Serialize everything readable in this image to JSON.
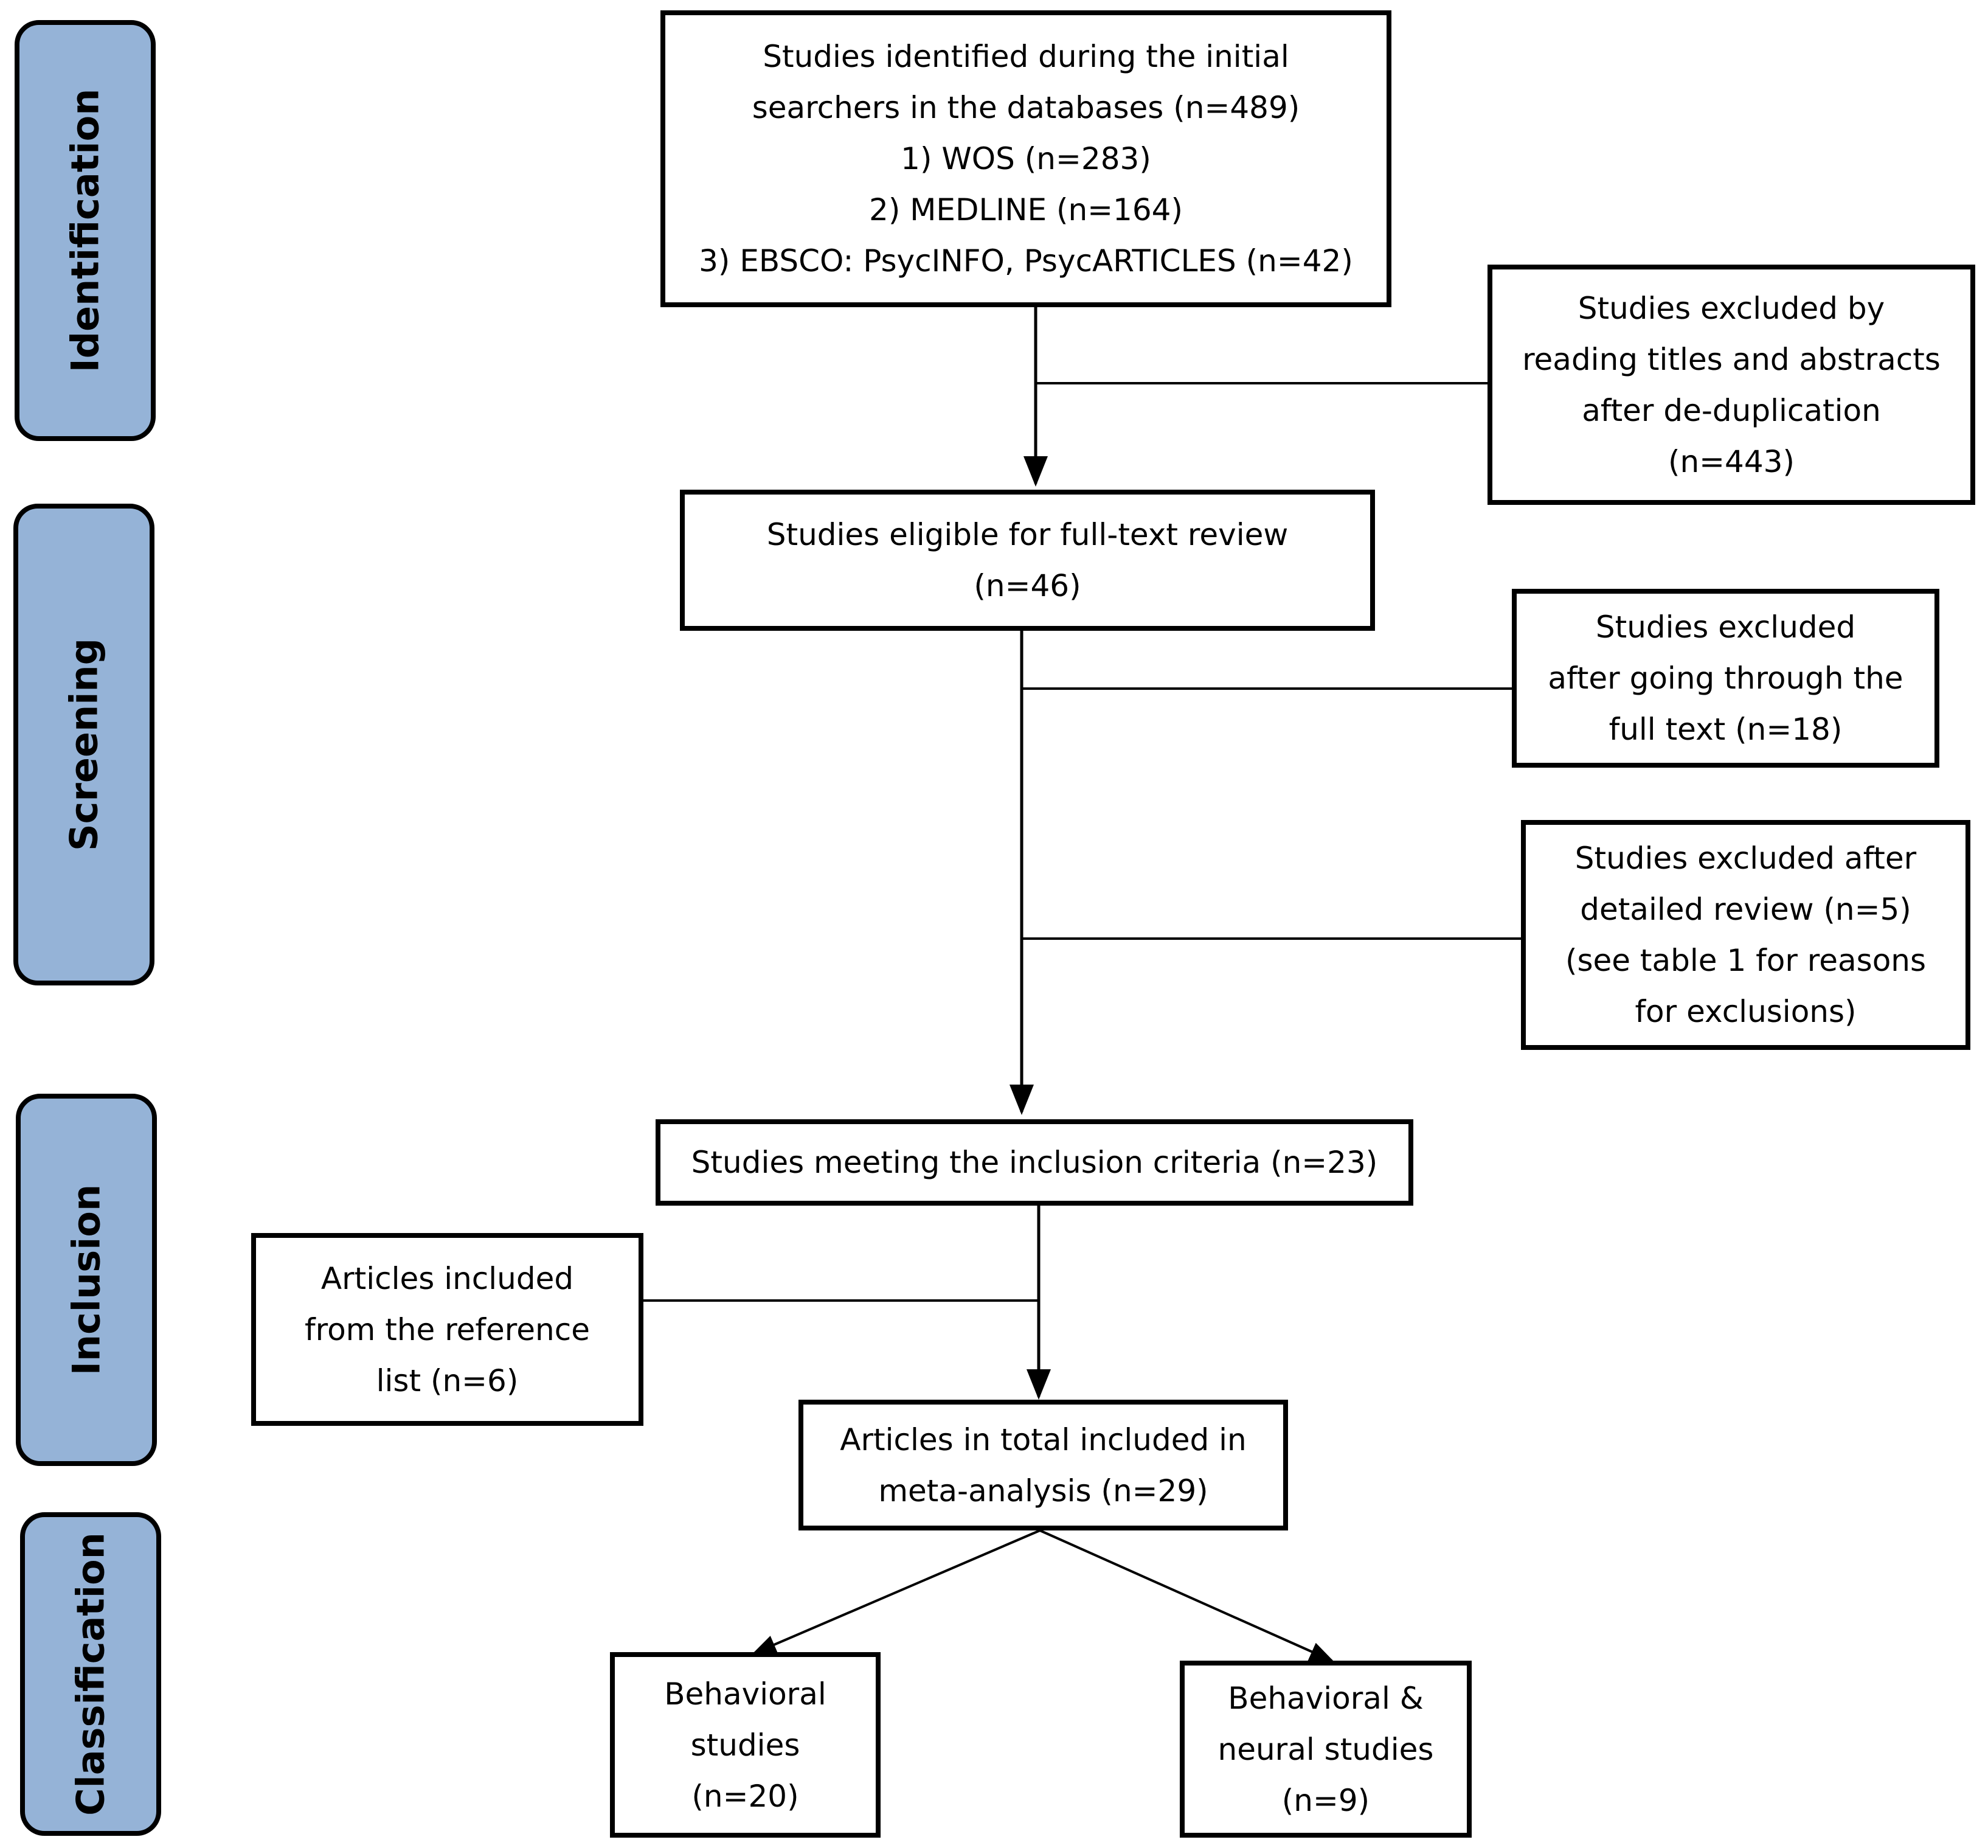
{
  "phases": {
    "identification": "Identification",
    "screening": "Screening",
    "inclusion": "Inclusion",
    "classification": "Classification"
  },
  "boxes": {
    "identified": {
      "line1": "Studies identified during the initial",
      "line2": "searchers in the databases (n=489)",
      "line3": "1) WOS (n=283)",
      "line4": "2) MEDLINE (n=164)",
      "line5": "3) EBSCO: PsycINFO, PsycARTICLES (n=42)"
    },
    "excluded_titles": {
      "line1": "Studies excluded by",
      "line2": "reading titles and abstracts",
      "line3": "after de-duplication",
      "line4": "(n=443)"
    },
    "eligible": {
      "line1": "Studies eligible for full-text review",
      "line2": "(n=46)"
    },
    "excluded_fulltext": {
      "line1": "Studies excluded",
      "line2": "after going through the",
      "line3": "full text (n=18)"
    },
    "excluded_detailed": {
      "line1": "Studies excluded after",
      "line2": "detailed review (n=5)",
      "line3": "(see table 1 for reasons",
      "line4": "for exclusions)"
    },
    "meeting_criteria": {
      "line1": "Studies meeting the inclusion criteria (n=23)"
    },
    "reference_list": {
      "line1": "Articles included",
      "line2": "from the reference",
      "line3": "list (n=6)"
    },
    "total_included": {
      "line1": "Articles in total included in",
      "line2": "meta-analysis (n=29)"
    },
    "behavioral": {
      "line1": "Behavioral",
      "line2": "studies",
      "line3": "(n=20)"
    },
    "behavioral_neural": {
      "line1": "Behavioral &",
      "line2": "neural studies",
      "line3": "(n=9)"
    }
  }
}
